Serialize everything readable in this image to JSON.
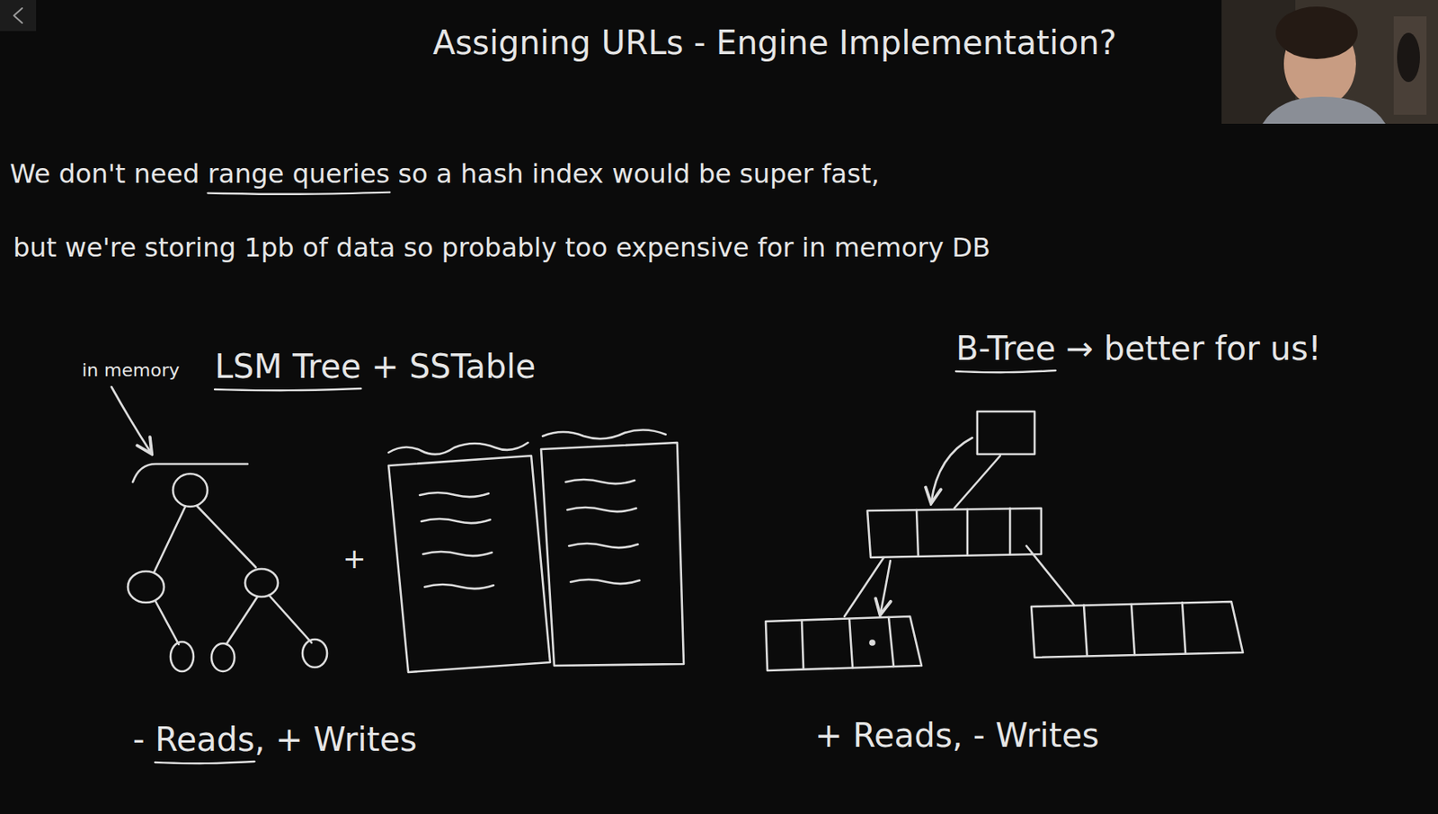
{
  "diagram": {
    "title": "Assigning URLs - Engine Implementation?",
    "labels": [
      "We don't need range queries so a hash index would be super fast,",
      "but we're storing 1pb of data so probably too expensive for in memory DB",
      "in memory",
      "LSM Tree + SSTable",
      "+",
      "- Reads, + Writes",
      "B-Tree → better for us!",
      "+ Reads, - Writes"
    ]
  }
}
